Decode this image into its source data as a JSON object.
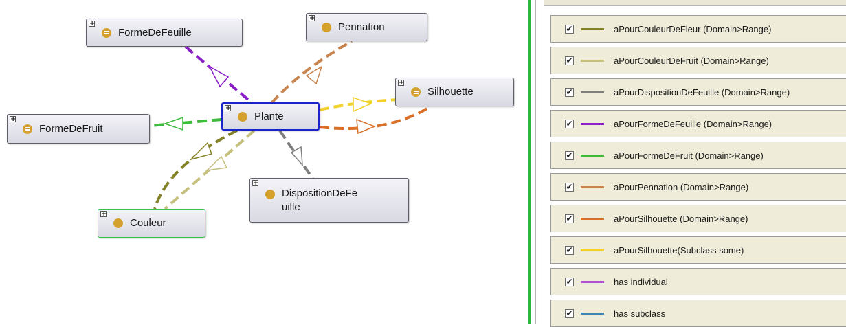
{
  "graph": {
    "nodes": {
      "forme_de_feuille": {
        "label": "FormeDeFeuille",
        "expand": "+"
      },
      "pennation": {
        "label": "Pennation",
        "expand": "+"
      },
      "silhouette": {
        "label": "Silhouette",
        "expand": "+"
      },
      "plante": {
        "label": "Plante",
        "expand": "+"
      },
      "forme_de_fruit": {
        "label": "FormeDeFruit",
        "expand": "+"
      },
      "disposition_de_feuille": {
        "label_line1": "DispositionDeFe",
        "label_line2": "uille",
        "expand": "+"
      },
      "couleur": {
        "label": "Couleur",
        "expand": "+"
      }
    },
    "colors": {
      "class_icon": "#d4a02e",
      "selected_border": "#1b24c8",
      "highlight_border": "#37c24a"
    }
  },
  "legend": {
    "items": [
      {
        "label": "aPourCouleurDeFleur (Domain>Range)",
        "color": "#85832a",
        "checked": "✔"
      },
      {
        "label": "aPourCouleurDeFruit (Domain>Range)",
        "color": "#c5c07e",
        "checked": "✔"
      },
      {
        "label": "aPourDispositionDeFeuille (Domain>Range)",
        "color": "#7f7f7f",
        "checked": "✔"
      },
      {
        "label": "aPourFormeDeFeuille (Domain>Range)",
        "color": "#8b1fc6",
        "checked": "✔"
      },
      {
        "label": "aPourFormeDeFruit (Domain>Range)",
        "color": "#3cbb3c",
        "checked": "✔"
      },
      {
        "label": "aPourPennation (Domain>Range)",
        "color": "#c8844e",
        "checked": "✔"
      },
      {
        "label": "aPourSilhouette (Domain>Range)",
        "color": "#d8702a",
        "checked": "✔"
      },
      {
        "label": "aPourSilhouette(Subclass some)",
        "color": "#f2d22a",
        "checked": "✔"
      },
      {
        "label": "has individual",
        "color": "#b24fcf",
        "checked": "✔"
      },
      {
        "label": "has subclass",
        "color": "#3f86b3",
        "checked": "✔"
      }
    ]
  }
}
